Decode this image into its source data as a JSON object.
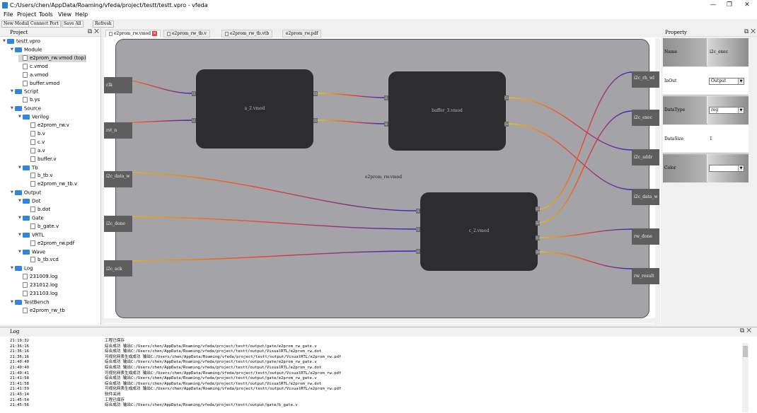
{
  "window": {
    "title": "C:/Users/chen/AppData/Roaming/vfeda/project/testt/testt.vpro - vfeda"
  },
  "menu": [
    "File",
    "Project",
    "Tools",
    "View",
    "Help"
  ],
  "toolbar": [
    "New Module",
    "Connect Port",
    "Save All",
    "Refresh"
  ],
  "project_panel": {
    "title": "Project",
    "tree": [
      {
        "label": "testt.vpro",
        "level": 0,
        "kind": "folder",
        "expanded": true
      },
      {
        "label": "Module",
        "level": 1,
        "kind": "folder",
        "expanded": true
      },
      {
        "label": "e2prom_rw.vmod (top)",
        "level": 2,
        "kind": "file",
        "selected": true
      },
      {
        "label": "c.vmod",
        "level": 2,
        "kind": "file"
      },
      {
        "label": "a.vmod",
        "level": 2,
        "kind": "file"
      },
      {
        "label": "buffer.vmod",
        "level": 2,
        "kind": "file"
      },
      {
        "label": "Script",
        "level": 1,
        "kind": "folder",
        "expanded": true
      },
      {
        "label": "b.ys",
        "level": 2,
        "kind": "file"
      },
      {
        "label": "Source",
        "level": 1,
        "kind": "folder",
        "expanded": true
      },
      {
        "label": "Verilog",
        "level": 2,
        "kind": "folder",
        "expanded": true
      },
      {
        "label": "e2prom_rw.v",
        "level": 3,
        "kind": "file"
      },
      {
        "label": "b.v",
        "level": 3,
        "kind": "file"
      },
      {
        "label": "c.v",
        "level": 3,
        "kind": "file"
      },
      {
        "label": "a.v",
        "level": 3,
        "kind": "file"
      },
      {
        "label": "buffer.v",
        "level": 3,
        "kind": "file"
      },
      {
        "label": "Tb",
        "level": 2,
        "kind": "folder",
        "expanded": true
      },
      {
        "label": "b_tb.v",
        "level": 3,
        "kind": "file"
      },
      {
        "label": "e2prom_rw_tb.v",
        "level": 3,
        "kind": "file"
      },
      {
        "label": "Output",
        "level": 1,
        "kind": "folder",
        "expanded": true
      },
      {
        "label": "Dot",
        "level": 2,
        "kind": "folder",
        "expanded": true
      },
      {
        "label": "b.dot",
        "level": 3,
        "kind": "file"
      },
      {
        "label": "Gate",
        "level": 2,
        "kind": "folder",
        "expanded": true
      },
      {
        "label": "b_gate.v",
        "level": 3,
        "kind": "file"
      },
      {
        "label": "VRTL",
        "level": 2,
        "kind": "folder",
        "expanded": true
      },
      {
        "label": "e2prom_rw.pdf",
        "level": 3,
        "kind": "file"
      },
      {
        "label": "Wave",
        "level": 2,
        "kind": "folder",
        "expanded": true
      },
      {
        "label": "b_tb.vcd",
        "level": 3,
        "kind": "file"
      },
      {
        "label": "Log",
        "level": 1,
        "kind": "folder",
        "expanded": true
      },
      {
        "label": "231009.log",
        "level": 2,
        "kind": "file"
      },
      {
        "label": "231012.log",
        "level": 2,
        "kind": "file"
      },
      {
        "label": "231103.log",
        "level": 2,
        "kind": "file"
      },
      {
        "label": "TestBench",
        "level": 1,
        "kind": "folder",
        "expanded": true
      },
      {
        "label": "e2prom_rw_tb",
        "level": 2,
        "kind": "file"
      }
    ]
  },
  "tabs": [
    {
      "label": "e2prom_rw.vmod",
      "active": true,
      "closable": true
    },
    {
      "label": "e2prom_rw_tb.v",
      "active": false
    },
    {
      "label": "e2prom_rw_tb.vtb",
      "active": false
    },
    {
      "label": "e2prom_rw.pdf",
      "active": false
    }
  ],
  "canvas": {
    "top_module_label": "e2prom_rw.vmod",
    "modules": [
      {
        "id": "a",
        "label": "a_2.vmod",
        "in_ports": [
          "I1",
          "I2"
        ],
        "out_ports": [
          "O1",
          "O2"
        ]
      },
      {
        "id": "buffer",
        "label": "buffer_3.vmod",
        "in_ports": [
          "I1",
          "I2"
        ],
        "out_ports": [
          "O1",
          "O2"
        ]
      },
      {
        "id": "c",
        "label": "c_2.vmod",
        "in_ports": [
          "I1",
          "I2",
          "I3"
        ],
        "out_ports": [
          "O1",
          "O2",
          "O3",
          "O4"
        ]
      }
    ],
    "inputs": [
      "clk",
      "rst_n",
      "i2c_data_w",
      "i2c_done",
      "i2c_ack"
    ],
    "outputs": [
      "i2c_rh_wl",
      "i2c_exec",
      "i2c_addr",
      "i2c_data_w",
      "rw_done",
      "rw_result"
    ]
  },
  "property_panel": {
    "title": "Property",
    "rows": [
      {
        "label": "Name",
        "value": "i2c_exec",
        "type": "text"
      },
      {
        "label": "InOut",
        "value": "Output",
        "type": "select"
      },
      {
        "label": "DataType",
        "value": "reg",
        "type": "select"
      },
      {
        "label": "DataSize",
        "value": "1",
        "type": "text"
      },
      {
        "label": "Color",
        "value": "",
        "type": "select"
      }
    ]
  },
  "log_panel": {
    "title": "Log",
    "lines": [
      {
        "time": "21:19:32",
        "msg": "工程已保存"
      },
      {
        "time": "21:36:16",
        "msg": "综合成功  输出C:/Users/chen/AppData/Roaming/vfeda/project/testt/output/gate/e2prom_rw_gate.v"
      },
      {
        "time": "21:36:16",
        "msg": "综合成功  输出C:/Users/chen/AppData/Roaming/vfeda/project/testt/output/VisualRTL/e2prom_rw.dot"
      },
      {
        "time": "21:36:16",
        "msg": "可视化网表生成成功  输出C:/Users/chen/AppData/Roaming/vfeda/project/testt/output/VisualRTL/e2prom_rw.pdf"
      },
      {
        "time": "21:40:40",
        "msg": "综合成功  输出C:/Users/chen/AppData/Roaming/vfeda/project/testt/output/gate/e2prom_rw_gate.v"
      },
      {
        "time": "21:40:40",
        "msg": "综合成功  输出C:/Users/chen/AppData/Roaming/vfeda/project/testt/output/VisualRTL/e2prom_rw.dot"
      },
      {
        "time": "21:40:41",
        "msg": "可视化网表生成成功  输出C:/Users/chen/AppData/Roaming/vfeda/project/testt/output/VisualRTL/e2prom_rw.pdf"
      },
      {
        "time": "21:41:58",
        "msg": "综合成功  输出C:/Users/chen/AppData/Roaming/vfeda/project/testt/output/gate/e2prom_rw_gate.v"
      },
      {
        "time": "21:41:58",
        "msg": "综合成功  输出C:/Users/chen/AppData/Roaming/vfeda/project/testt/output/VisualRTL/e2prom_rw.dot"
      },
      {
        "time": "21:41:59",
        "msg": "可视化网表生成成功  输出C:/Users/chen/AppData/Roaming/vfeda/project/testt/output/VisualRTL/e2prom_rw.pdf"
      },
      {
        "time": "21:43:14",
        "msg": "软件关闭"
      },
      {
        "time": "21:45:54",
        "msg": "工程已保存"
      },
      {
        "time": "21:45:56",
        "msg": "综合成功  输出C:/Users/chen/AppData/Roaming/vfeda/project/testt/output/gate/b_gate.v"
      }
    ]
  }
}
